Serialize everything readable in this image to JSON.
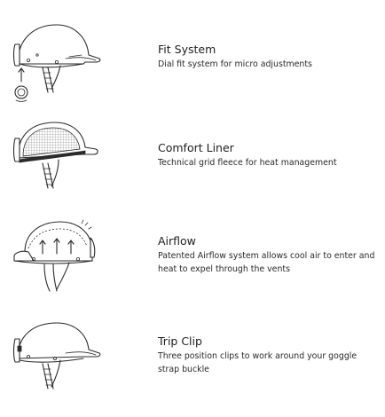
{
  "features": [
    {
      "title": "Fit System",
      "description": "Dial fit system for micro adjustments",
      "icon": "helmet-dial-icon"
    },
    {
      "title": "Comfort Liner",
      "description": "Technical grid fleece for heat management",
      "icon": "helmet-liner-icon"
    },
    {
      "title": "Airflow",
      "description": "Patented Airflow system allows cool air to enter and heat to expel through the vents",
      "icon": "helmet-airflow-icon"
    },
    {
      "title": "Trip Clip",
      "description": "Three position clips to work around your goggle strap buckle",
      "icon": "helmet-clip-icon"
    }
  ]
}
